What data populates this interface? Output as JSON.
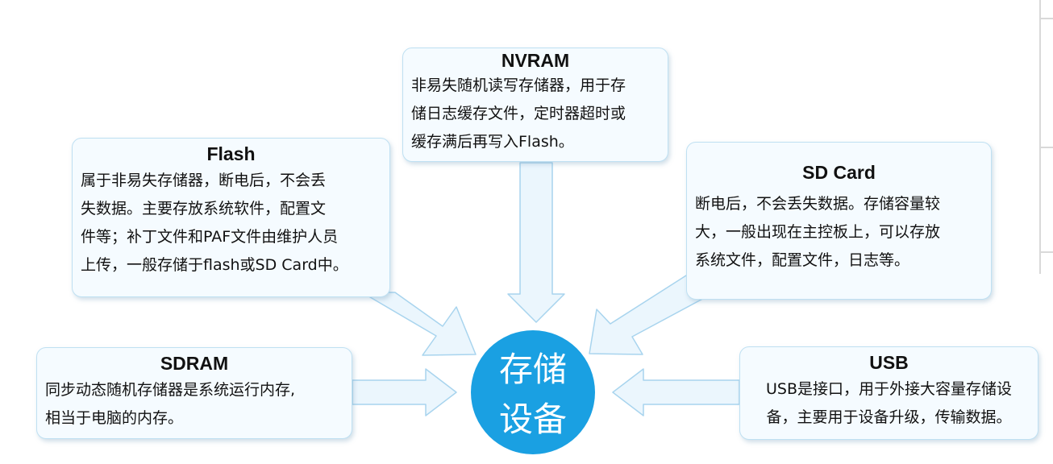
{
  "center": {
    "line1": "存储",
    "line2": "设备",
    "color": "#1aa0e2"
  },
  "nodes": {
    "nvram": {
      "title": "NVRAM",
      "lines": [
        "非易失随机读写存储器，用于存",
        "储日志缓存文件，定时器超时或",
        "缓存满后再写入Flash。"
      ]
    },
    "flash": {
      "title": "Flash",
      "lines": [
        "属于非易失存储器，断电后，不会丢",
        "失数据。主要存放系统软件，配置文",
        "件等；补丁文件和PAF文件由维护人员",
        "上传，一般存储于flash或SD Card中。"
      ]
    },
    "sdcard": {
      "title": "SD Card",
      "lines": [
        "断电后，不会丢失数据。存储容量较",
        "大，一般出现在主控板上，可以存放",
        "系统文件，配置文件，日志等。"
      ]
    },
    "sdram": {
      "title": "SDRAM",
      "lines": [
        "同步动态随机存储器是系统运行内存,",
        "相当于电脑的内存。"
      ]
    },
    "usb": {
      "title": "USB",
      "lines": [
        "USB是接口，用于外接大容量存储设",
        "备，主要用于设备升级，传输数据。"
      ]
    }
  },
  "colors": {
    "box_fill": "#f5fbff",
    "box_border": "#bfe0f2",
    "arrow_fill": "#ebf6fd",
    "arrow_stroke": "#a8d4ee"
  }
}
